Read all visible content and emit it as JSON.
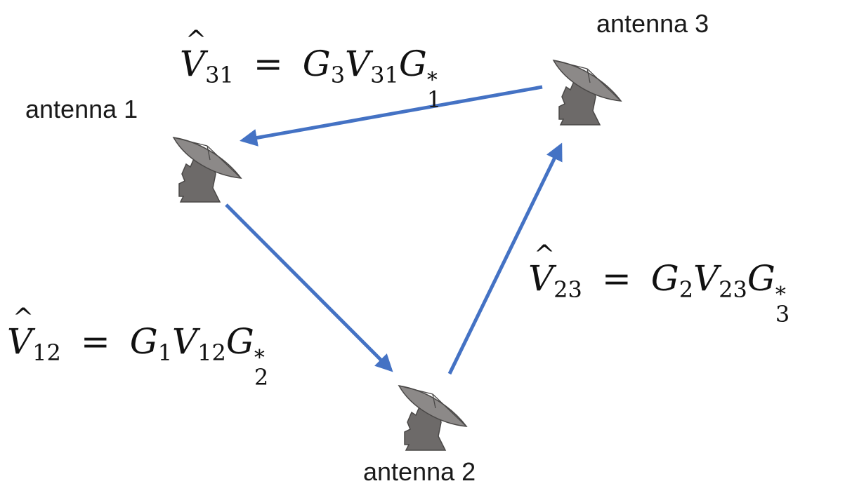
{
  "colors": {
    "arrow": "#4472C4",
    "antenna": "#6d6a69"
  },
  "antennas": [
    {
      "label": "antenna 1"
    },
    {
      "label": "antenna 2"
    },
    {
      "label": "antenna 3"
    }
  ],
  "equations": {
    "eq31": {
      "v": "V",
      "v_sub": "31",
      "eq": "=",
      "g1": "G",
      "g1_sub": "3",
      "mid": "V",
      "mid_sub": "31",
      "g2": "G",
      "g2_sup": "*",
      "g2_sub": "1"
    },
    "eq12": {
      "v": "V",
      "v_sub": "12",
      "eq": "=",
      "g1": "G",
      "g1_sub": "1",
      "mid": "V",
      "mid_sub": "12",
      "g2": "G",
      "g2_sup": "*",
      "g2_sub": "2"
    },
    "eq23": {
      "v": "V",
      "v_sub": "23",
      "eq": "=",
      "g1": "G",
      "g1_sub": "2",
      "mid": "V",
      "mid_sub": "23",
      "g2": "G",
      "g2_sup": "*",
      "g2_sub": "3"
    }
  }
}
